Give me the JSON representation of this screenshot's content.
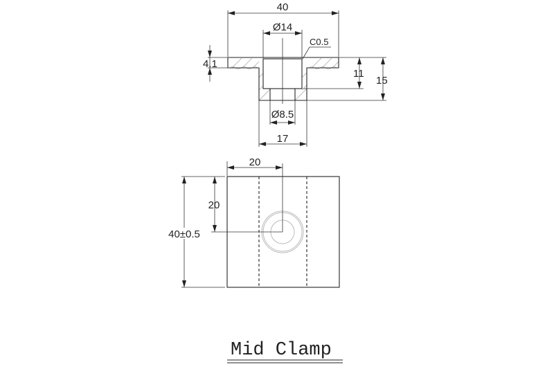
{
  "title": "Mid Clamp",
  "section_view": {
    "overall_width": "40",
    "counterbore_diameter": "Ø14",
    "chamfer": "C0.5",
    "flange_thickness": "4.1",
    "counterbore_depth": "11",
    "total_height": "15",
    "through_hole_diameter": "Ø8.5",
    "stem_width": "17"
  },
  "plan_view": {
    "hole_x_offset": "20",
    "hole_y_offset": "20",
    "overall_length": "40±0.5"
  }
}
